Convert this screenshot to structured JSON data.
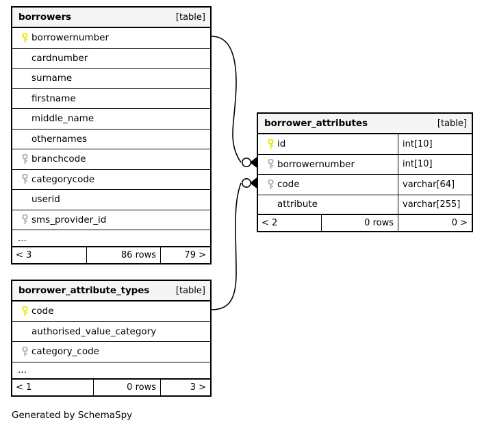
{
  "diagram": {
    "caption": "Generated by SchemaSpy",
    "table_tag": "[table]",
    "ellipsis": "...",
    "key_icons": {
      "primary": "primary-key-icon",
      "foreign": "foreign-key-icon"
    },
    "colors": {
      "primary_key": "#e8e80c",
      "foreign_key": "#b0b0b0",
      "border": "#000000",
      "header_bg": "#f5f5f5",
      "background": "#ffffff"
    }
  },
  "tables": [
    {
      "id": "borrowers",
      "name": "borrowers",
      "tag": "[table]",
      "columns": [
        {
          "name": "borrowernumber",
          "key": "primary",
          "type": ""
        },
        {
          "name": "cardnumber",
          "key": "none",
          "type": ""
        },
        {
          "name": "surname",
          "key": "none",
          "type": ""
        },
        {
          "name": "firstname",
          "key": "none",
          "type": ""
        },
        {
          "name": "middle_name",
          "key": "none",
          "type": ""
        },
        {
          "name": "othernames",
          "key": "none",
          "type": ""
        },
        {
          "name": "branchcode",
          "key": "foreign",
          "type": ""
        },
        {
          "name": "categorycode",
          "key": "foreign",
          "type": ""
        },
        {
          "name": "userid",
          "key": "none",
          "type": ""
        },
        {
          "name": "sms_provider_id",
          "key": "foreign",
          "type": ""
        }
      ],
      "has_ellipsis": true,
      "footer": {
        "prev": "< 3",
        "rows": "86 rows",
        "next": "79 >"
      }
    },
    {
      "id": "borrower_attributes",
      "name": "borrower_attributes",
      "tag": "[table]",
      "columns": [
        {
          "name": "id",
          "key": "primary",
          "type": "int[10]"
        },
        {
          "name": "borrowernumber",
          "key": "foreign",
          "type": "int[10]"
        },
        {
          "name": "code",
          "key": "foreign",
          "type": "varchar[64]"
        },
        {
          "name": "attribute",
          "key": "none",
          "type": "varchar[255]"
        }
      ],
      "has_ellipsis": false,
      "footer": {
        "prev": "< 2",
        "rows": "0 rows",
        "next": "0 >"
      }
    },
    {
      "id": "borrower_attribute_types",
      "name": "borrower_attribute_types",
      "tag": "[table]",
      "columns": [
        {
          "name": "code",
          "key": "primary",
          "type": ""
        },
        {
          "name": "authorised_value_category",
          "key": "none",
          "type": ""
        },
        {
          "name": "category_code",
          "key": "foreign",
          "type": ""
        }
      ],
      "has_ellipsis": true,
      "footer": {
        "prev": "< 1",
        "rows": "0 rows",
        "next": "3 >"
      }
    }
  ],
  "relationships": [
    {
      "id": "borrowers-to-borrower_attributes",
      "from_table": "borrowers",
      "from_column": "borrowernumber",
      "to_table": "borrower_attributes",
      "to_column": "borrowernumber",
      "from_cardinality": "one",
      "to_cardinality": "many"
    },
    {
      "id": "borrower_attribute_types-to-borrower_attributes",
      "from_table": "borrower_attribute_types",
      "from_column": "code",
      "to_table": "borrower_attributes",
      "to_column": "code",
      "from_cardinality": "one",
      "to_cardinality": "many"
    }
  ]
}
